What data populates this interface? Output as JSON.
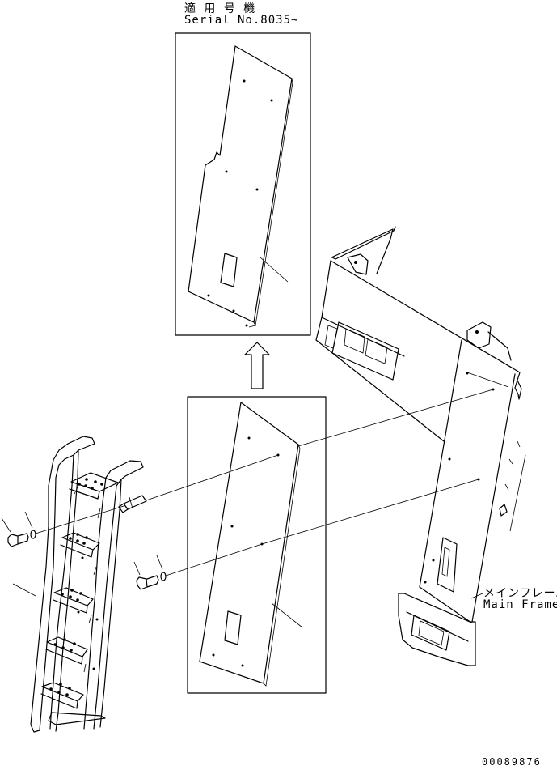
{
  "header": {
    "applicable_models": "適 用 号 機",
    "serial_note": "Serial No.8035~"
  },
  "callouts": {
    "main_frame_jp": "メインフレーム",
    "main_frame_en": "Main Frame"
  },
  "footer": {
    "drawing_code": "00089876"
  }
}
